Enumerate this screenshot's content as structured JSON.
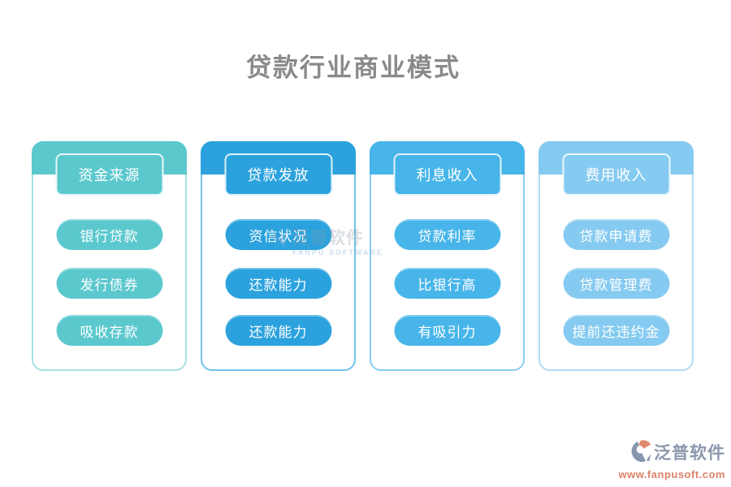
{
  "title": "贷款行业商业模式",
  "columns": [
    {
      "header": "资金来源",
      "items": [
        "银行贷款",
        "发行债券",
        "吸收存款"
      ],
      "theme_color": "#5BC8CE",
      "border_color": "#A6E0E3"
    },
    {
      "header": "贷款发放",
      "items": [
        "资信状况",
        "还款能力",
        "还款能力"
      ],
      "theme_color": "#2BA2DD",
      "border_color": "#74C1E9"
    },
    {
      "header": "利息收入",
      "items": [
        "贷款利率",
        "比银行高",
        "有吸引力"
      ],
      "theme_color": "#47B5E9",
      "border_color": "#8ACEF1"
    },
    {
      "header": "费用收入",
      "items": [
        "贷款申请费",
        "贷款管理费",
        "提前还违约金"
      ],
      "theme_color": "#85CAF0",
      "border_color": "#B0DCF6"
    }
  ],
  "center_watermark": {
    "brand": "泛普软件",
    "subtitle": "FANPU SOFTWARE"
  },
  "footer_watermark": {
    "brand": "泛普软件",
    "url": "www.fanpusoft.com",
    "brand_color": "#8B97AC",
    "url_color": "#DD8168"
  }
}
